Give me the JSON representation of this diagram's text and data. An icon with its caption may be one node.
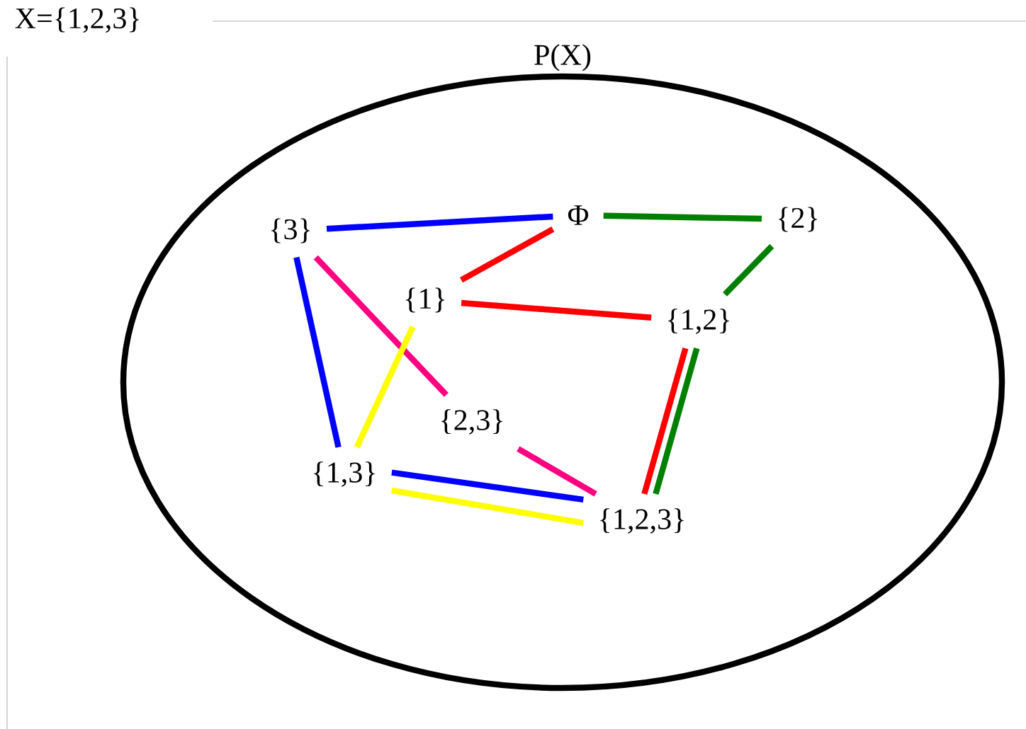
{
  "diagram": {
    "nodes": [
      {
        "text": [
          "P(X)"
        ]
      },
      {
        "text": [
          "{3}"
        ],
        "in": 0
      },
      {
        "text": [
          "Φ"
        ],
        "in": 0
      },
      {
        "text": [
          "{2}"
        ],
        "in": 0
      },
      {
        "text": [
          "{1}"
        ],
        "in": 0
      },
      {
        "text": [
          "{1,2}"
        ],
        "in": 0
      },
      {
        "text": [
          "{2,3}"
        ],
        "in": 0
      },
      {
        "text": [
          "{1,3}"
        ],
        "in": 0
      },
      {
        "text": [
          "{1,2,3}"
        ],
        "in": 0
      }
    ],
    "edges": [
      {
        "from": 1,
        "to": 2,
        "arrow": "none",
        "color": "#0000ff"
      },
      {
        "from": 2,
        "to": 4,
        "arrow": "none",
        "color": "#ff0000"
      },
      {
        "from": 2,
        "to": 3,
        "arrow": "none",
        "color": "#008000"
      },
      {
        "from": 3,
        "to": 5,
        "arrow": "none",
        "color": "#008000"
      },
      {
        "from": 4,
        "to": 5,
        "arrow": "none",
        "color": "#ff0000"
      },
      {
        "from": 1,
        "to": 7,
        "arrow": "none",
        "color": "#0000ff"
      },
      {
        "from": 1,
        "to": 6,
        "arrow": "none",
        "color": "#ff0080"
      },
      {
        "from": 4,
        "to": 7,
        "arrow": "none",
        "color": "#ffff00"
      },
      {
        "from": 6,
        "to": 8,
        "arrow": "none",
        "color": "#ff0080"
      },
      {
        "from": 7,
        "to": 8,
        "arrow": "none",
        "color": "#0000ff"
      },
      {
        "from": 7,
        "to": 8,
        "arrow": "none",
        "color": "#ffff00"
      },
      {
        "from": 5,
        "to": 8,
        "arrow": "none",
        "color": "#ff0000"
      },
      {
        "from": 5,
        "to": 8,
        "arrow": "none",
        "color": "#008000"
      }
    ],
    "labels": [
      "X={1,2,3}"
    ]
  }
}
